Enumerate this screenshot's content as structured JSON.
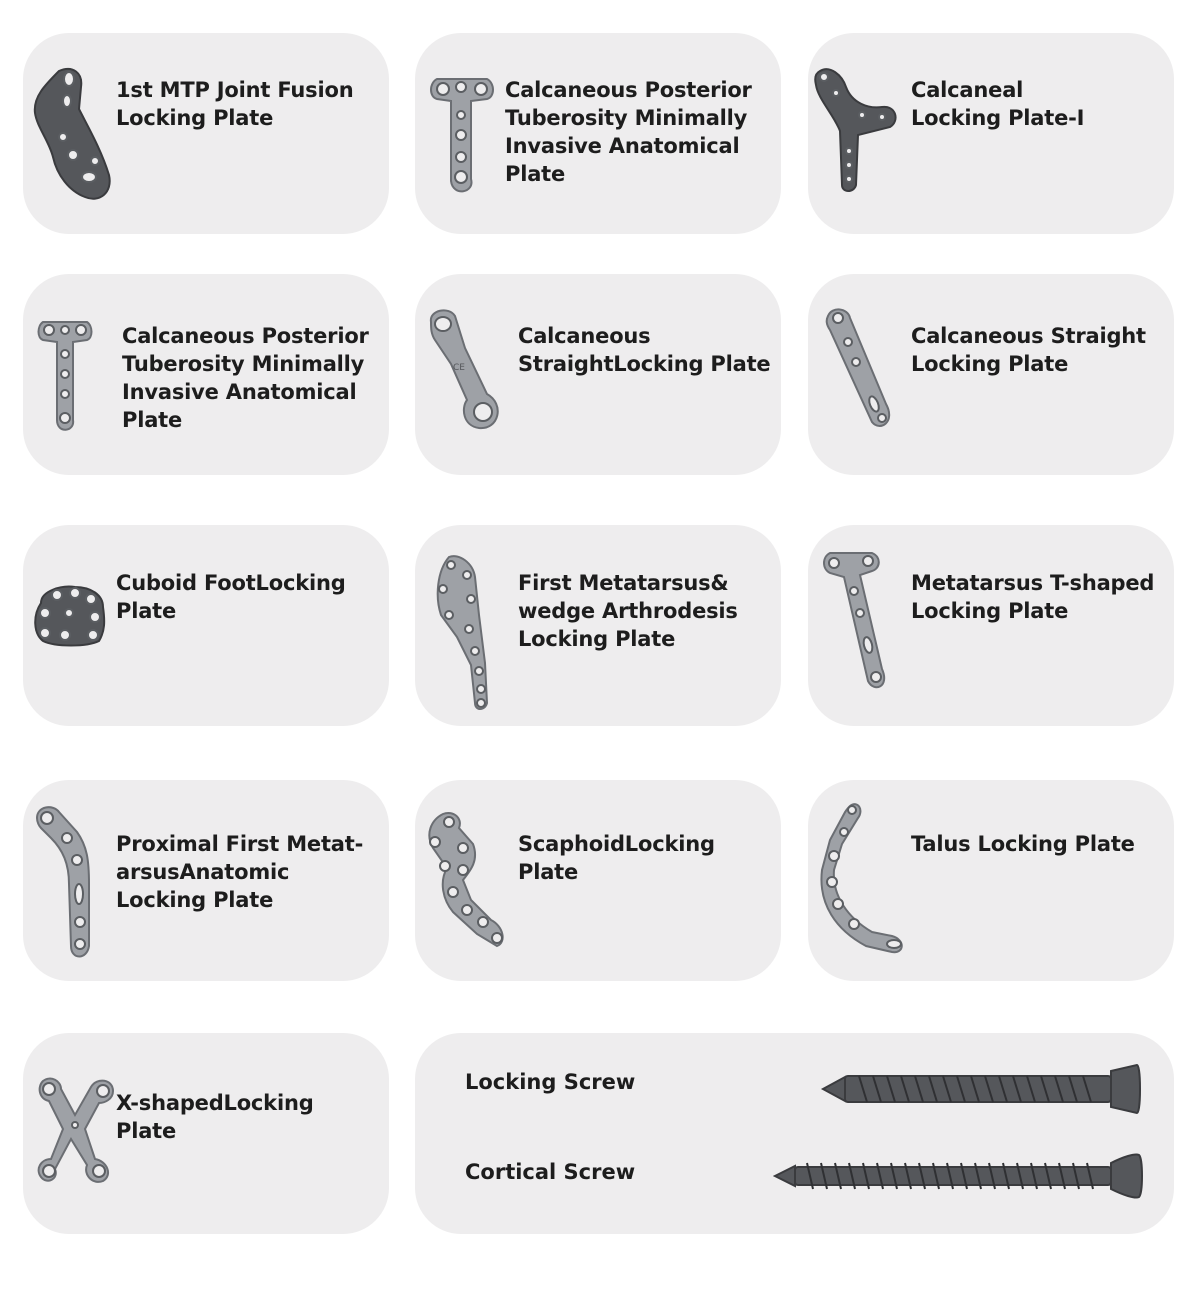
{
  "products": [
    {
      "name": "1st MTP  Joint  Fusion\nLocking  Plate",
      "icon": "mtp-fusion-plate-icon"
    },
    {
      "name": "Calcaneous Posterior\nTuberosity  Minimally\nInvasive Anatomical\nPlate",
      "icon": "calcaneous-posterior-plate-icon"
    },
    {
      "name": "Calcaneal\nLocking Plate-I",
      "icon": "calcaneal-plate-icon"
    },
    {
      "name": "Calcaneous Posterior\nTuberosity Minimally\nInvasive Anatomical\nPlate",
      "icon": "calcaneous-posterior-plate-small-icon"
    },
    {
      "name": "Calcaneous\nStraightLocking Plate",
      "icon": "calcaneous-straight-plate-icon"
    },
    {
      "name": "Calcaneous Straight\nLocking  Plate",
      "icon": "calcaneous-straight-long-plate-icon"
    },
    {
      "name": "Cuboid FootLocking\nPlate",
      "icon": "cuboid-plate-icon"
    },
    {
      "name": "First Metatarsus&\nwedge Arthrodesis\n Locking Plate",
      "icon": "first-metatarsus-plate-icon"
    },
    {
      "name": "Metatarsus T-shaped\nLocking Plate",
      "icon": "metatarsus-t-plate-icon"
    },
    {
      "name": "Proximal First Metat-\narsusAnatomic\nLocking Plate",
      "icon": "proximal-metatarsus-plate-icon"
    },
    {
      "name": "ScaphoidLocking\nPlate",
      "icon": "scaphoid-plate-icon"
    },
    {
      "name": "Talus Locking Plate",
      "icon": "talus-plate-icon"
    },
    {
      "name": "X-shapedLocking\nPlate",
      "icon": "x-shaped-plate-icon"
    }
  ],
  "screws": [
    {
      "name": "Locking Screw",
      "icon": "locking-screw-icon"
    },
    {
      "name": "Cortical Screw",
      "icon": "cortical-screw-icon"
    }
  ]
}
